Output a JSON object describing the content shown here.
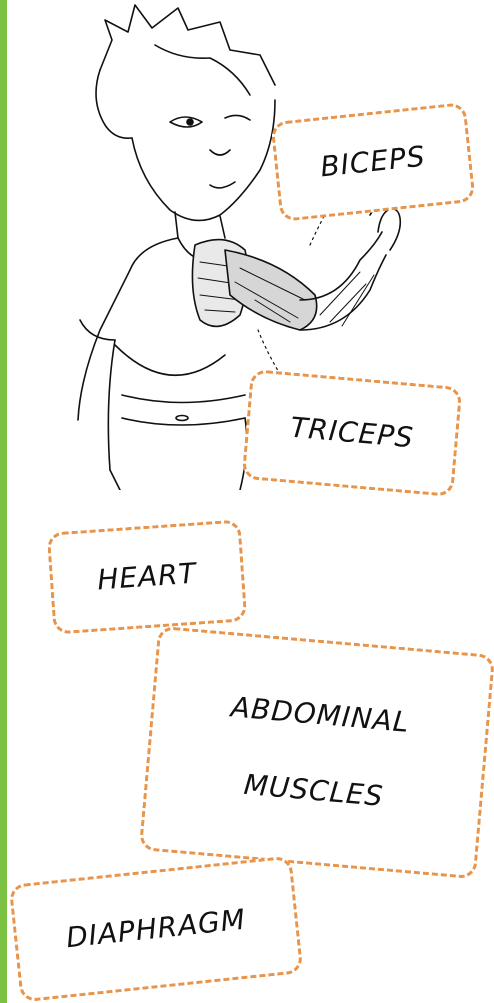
{
  "colors": {
    "accent_bar": "#7cc242",
    "card_border": "#e8944a",
    "ink": "#111111"
  },
  "illustration": {
    "subject": "cartoon-person-flexing-arm-icon"
  },
  "labels": {
    "biceps": "BICEPS",
    "triceps": "TRICEPS",
    "heart": "HEART",
    "abdominal_line1": "ABDOMINAL",
    "abdominal_line2": "MUSCLES",
    "diaphragm": "DIAPHRAGM"
  }
}
